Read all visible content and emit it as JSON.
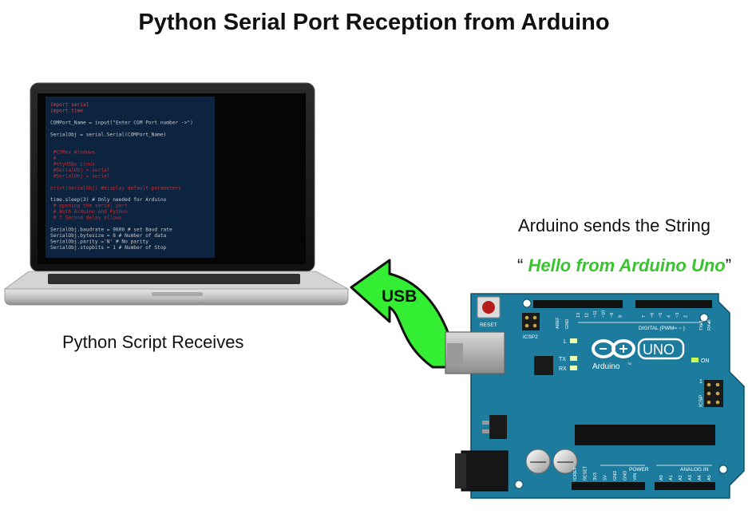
{
  "title": "Python Serial Port Reception from Arduino",
  "labels": {
    "python_receives": "Python Script Receives",
    "arduino_sends": "Arduino sends the String",
    "quote_open": "“ ",
    "message": "Hello from Arduino Uno",
    "quote_close": "”"
  },
  "usb_label": "USB",
  "laptop": {
    "code_lines": [
      {
        "text": "import serial",
        "color": "#e04040"
      },
      {
        "text": "import time",
        "color": "#e04040"
      },
      {
        "text": "",
        "color": "#aaaaaa"
      },
      {
        "text": "COMPort_Name = input(\"Enter COM Port number ->\")",
        "color": "#c8c8c8"
      },
      {
        "text": "",
        "color": "#aaaaaa"
      },
      {
        "text": "SerialObj = serial.Serial(COMPort_Name)",
        "color": "#c8c8c8"
      },
      {
        "text": "",
        "color": "#aaaaaa"
      },
      {
        "text": "",
        "color": "#aaaaaa"
      },
      {
        "text": "                         #COMxx  Windows",
        "color": "#c03030"
      },
      {
        "text": "                         #",
        "color": "#c03030"
      },
      {
        "text": "                         #ttyUSBx Linux",
        "color": "#c03030"
      },
      {
        "text": "                         #SerialObj = serial",
        "color": "#c03030"
      },
      {
        "text": "                         #SerialObj = serial",
        "color": "#c03030"
      },
      {
        "text": "",
        "color": "#aaaaaa"
      },
      {
        "text": "print(SerialObj) #display default parameters",
        "color": "#c03030"
      },
      {
        "text": "",
        "color": "#aaaaaa"
      },
      {
        "text": "time.sleep(3)   # Only needed for Arduino",
        "color": "#c8c8c8"
      },
      {
        "text": "                # opening the serial port",
        "color": "#c03030"
      },
      {
        "text": "                # Both Arduino and Python",
        "color": "#c03030"
      },
      {
        "text": "                # 3 Second delay allows",
        "color": "#c03030"
      },
      {
        "text": "",
        "color": "#aaaaaa"
      },
      {
        "text": "SerialObj.baudrate = 9600  # set Baud rate",
        "color": "#c8c8c8"
      },
      {
        "text": "SerialObj.bytesize = 8     # Number of data",
        "color": "#c8c8c8"
      },
      {
        "text": "SerialObj.parity   ='N'    # No parity",
        "color": "#c8c8c8"
      },
      {
        "text": "SerialObj.stopbits = 1     # Number of Stop",
        "color": "#c8c8c8"
      }
    ]
  },
  "arduino": {
    "reset": "RESET",
    "icsp2": "ICSP2",
    "icsp": "ICSP",
    "aref": "AREF",
    "gnd": "GND",
    "digital": "DIGITAL (PWM= ~ )",
    "tx_pin": "TX▸1",
    "rx_pin": "RX◂0",
    "pin_top": [
      "13",
      "12",
      "~11",
      "~10",
      "~9",
      "8",
      "7",
      "~6",
      "~5",
      "4",
      "~3",
      "2"
    ],
    "l": "L",
    "tx": "TX",
    "rx": "RX",
    "brand": "Arduino",
    "model": "UNO",
    "on": "ON",
    "one": "1",
    "power": "POWER",
    "analog_in": "ANALOG IN",
    "power_pins": [
      "IOREF",
      "RESET",
      "3V3",
      "5V",
      "GND",
      "GND",
      "VIN"
    ],
    "analog_pins": [
      "A0",
      "A1",
      "A2",
      "A3",
      "A4",
      "A5"
    ],
    "tm": "TM"
  },
  "colors": {
    "board": "#1d7c9e",
    "board_dark": "#14607c",
    "usb_arrow": "#33ee33",
    "message": "#39c42f",
    "screen": "#0c2440"
  }
}
